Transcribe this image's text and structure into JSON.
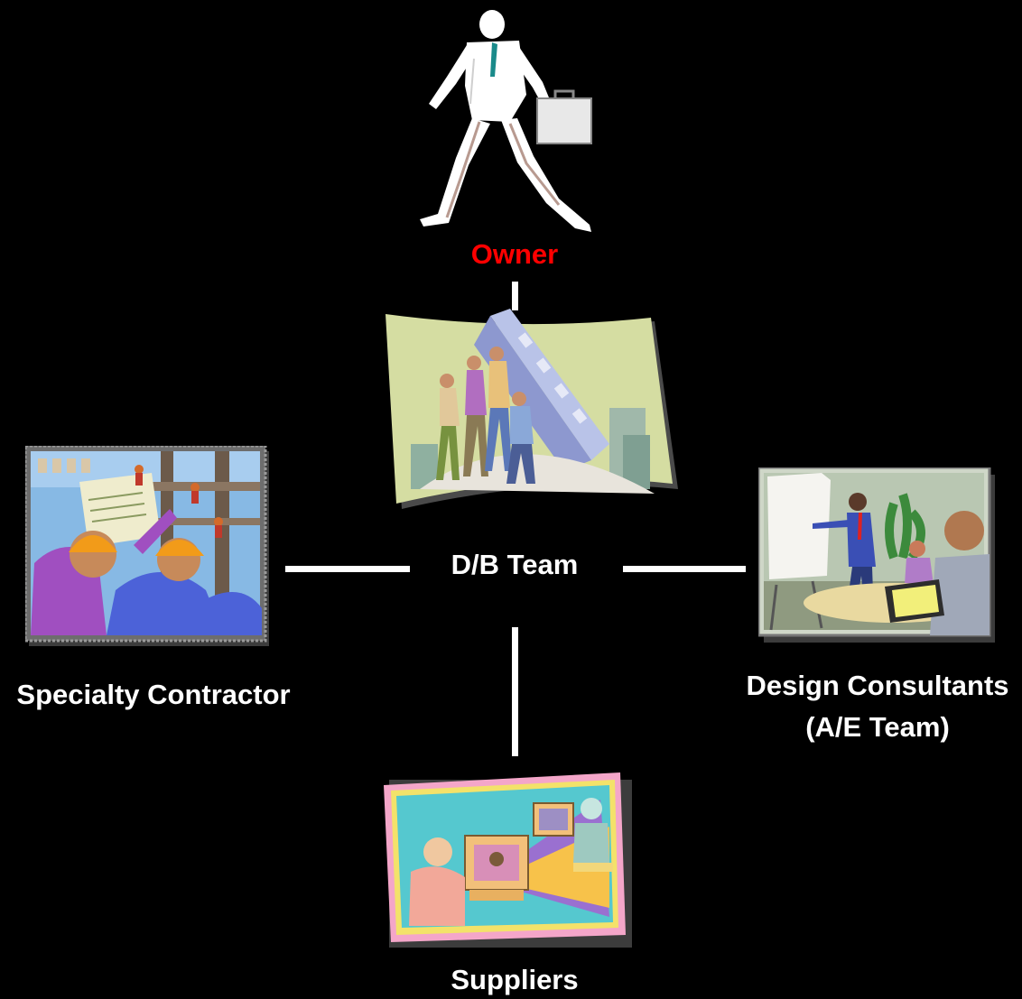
{
  "colors": {
    "background": "#000000",
    "label_default": "#ffffff",
    "label_owner": "#ff0000",
    "connector": "#ffffff"
  },
  "nodes": {
    "owner": {
      "label": "Owner",
      "icon": "businessman-walking-clipart"
    },
    "db_team": {
      "label": "D/B Team",
      "icon": "team-pushing-building-clipart"
    },
    "specialty_contractor": {
      "label": "Specialty Contractor",
      "icon": "construction-workers-clipart"
    },
    "design_consultants": {
      "label_line1": "Design Consultants",
      "label_line2": "(A/E Team)",
      "icon": "presentation-meeting-clipart"
    },
    "suppliers": {
      "label": "Suppliers",
      "icon": "video-conference-clipart"
    }
  }
}
